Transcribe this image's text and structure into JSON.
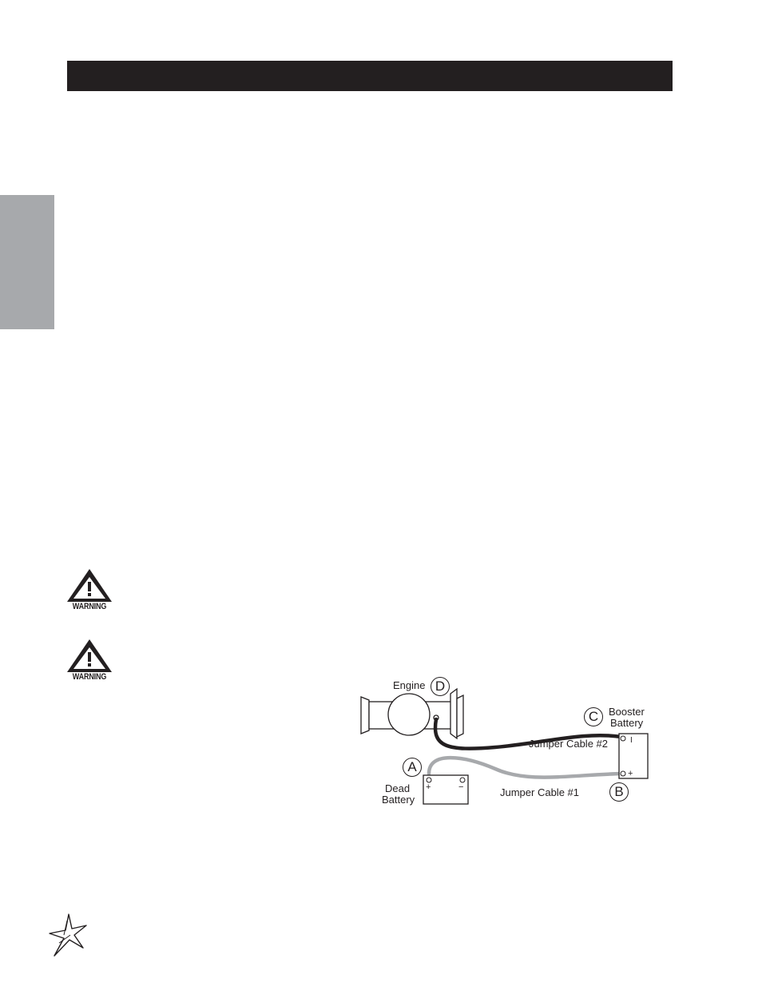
{
  "header": {
    "title": ""
  },
  "warnings": [
    {
      "label": "WARNING",
      "icon": "warning-triangle-icon"
    },
    {
      "label": "WARNING",
      "icon": "warning-triangle-icon"
    }
  ],
  "diagram": {
    "engine_label": "Engine",
    "marker_d": "D",
    "marker_c": "C",
    "marker_a": "A",
    "marker_b": "B",
    "booster_line1": "Booster",
    "booster_line2": "Battery",
    "dead_line1": "Dead",
    "dead_line2": "Battery",
    "cable2_label": "Jumper Cable #2",
    "cable1_label": "Jumper Cable #1",
    "plus": "+",
    "minus": "−",
    "booster_minus": "I",
    "colors": {
      "cable1": "#a7a9ac",
      "cable2": "#231f20"
    }
  },
  "footer": {
    "logo_icon": "star-logo-icon"
  },
  "colors": {
    "header": "#231f20",
    "tab": "#a7a9ac"
  }
}
